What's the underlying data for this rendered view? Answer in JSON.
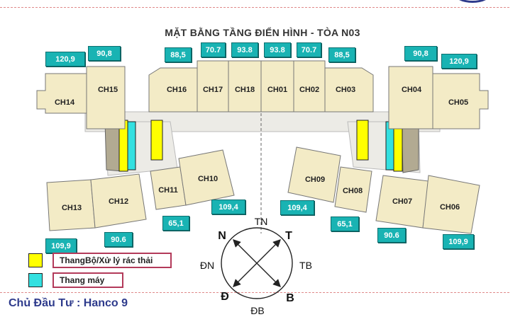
{
  "title": "MẶT BẰNG TẦNG ĐIỂN HÌNH - TÒA N03",
  "units": [
    {
      "id": "CH14",
      "label": "CH14"
    },
    {
      "id": "CH15",
      "label": "CH15"
    },
    {
      "id": "CH16",
      "label": "CH16"
    },
    {
      "id": "CH17",
      "label": "CH17"
    },
    {
      "id": "CH18",
      "label": "CH18"
    },
    {
      "id": "CH01",
      "label": "CH01"
    },
    {
      "id": "CH02",
      "label": "CH02"
    },
    {
      "id": "CH03",
      "label": "CH03"
    },
    {
      "id": "CH04",
      "label": "CH04"
    },
    {
      "id": "CH05",
      "label": "CH05"
    },
    {
      "id": "CH13",
      "label": "CH13"
    },
    {
      "id": "CH12",
      "label": "CH12"
    },
    {
      "id": "CH11",
      "label": "CH11"
    },
    {
      "id": "CH10",
      "label": "CH10"
    },
    {
      "id": "CH09",
      "label": "CH09"
    },
    {
      "id": "CH08",
      "label": "CH08"
    },
    {
      "id": "CH07",
      "label": "CH07"
    },
    {
      "id": "CH06",
      "label": "CH06"
    }
  ],
  "areas": {
    "CH14": "120,9",
    "CH15": "90,8",
    "CH16": "88,5",
    "CH17": "70.7",
    "CH18": "93.8",
    "CH01": "93.8",
    "CH02": "70.7",
    "CH03": "88,5",
    "CH04": "90,8",
    "CH05": "120,9",
    "CH13": "109,9",
    "CH12": "90.6",
    "CH11": "65,1",
    "CH10": "109,4",
    "CH09": "109,4",
    "CH08": "65,1",
    "CH07": "90.6",
    "CH06": "109,9"
  },
  "legend": {
    "stair_label": "ThangBộ/Xử lý rác thải",
    "lift_label": "Thang máy",
    "stair_color": "#ffff00",
    "lift_color": "#33e0e0"
  },
  "compass": {
    "n": "N",
    "t": "T",
    "d": "Đ",
    "b": "B",
    "tn": "TN",
    "dn": "ĐN",
    "tb": "TB",
    "db": "ĐB"
  },
  "owner": "Chủ Đầu Tư : Hanco 9",
  "colors": {
    "unit_fill": "#f3ebc6",
    "area_fill": "#19b3b3",
    "title": "#333333",
    "owner": "#2e3b8c"
  }
}
